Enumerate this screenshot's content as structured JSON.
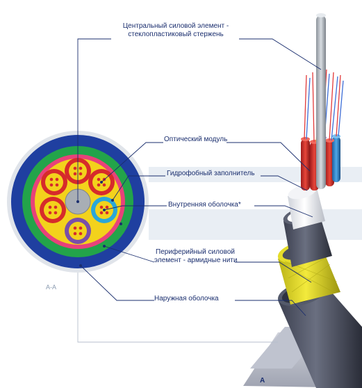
{
  "labels": {
    "central_line1": "Центральный силовой элемент -",
    "central_line2": "стеклопластиковый стержень",
    "optical_module": "Оптический модуль",
    "hydrophobic": "Гидрофобный заполнитель",
    "inner_sheath": "Внутренняя оболочка*",
    "peripheral_line1": "Периферийный силовой",
    "peripheral_line2": "элемент - армидные нити",
    "outer_sheath": "Наружная оболочка"
  },
  "section_marks": {
    "section_label": "А-А",
    "cut_mark": "А"
  },
  "colors": {
    "outer_sheath": "#1f3fa0",
    "peripheral": "#23a44a",
    "inner_sheath": "#e8427a",
    "filler": "#f3d21c",
    "central": "#a8aeb5",
    "leader_line": "#1a2e6e",
    "highlight_band": "#e9eef4"
  },
  "modules": [
    {
      "color": "#d62b2b"
    },
    {
      "color": "#d62b2b"
    },
    {
      "color": "#d62b2b"
    },
    {
      "color": "#2aa7d8"
    },
    {
      "color": "#7a4fa8"
    },
    {
      "color": "#d62b2b"
    }
  ]
}
